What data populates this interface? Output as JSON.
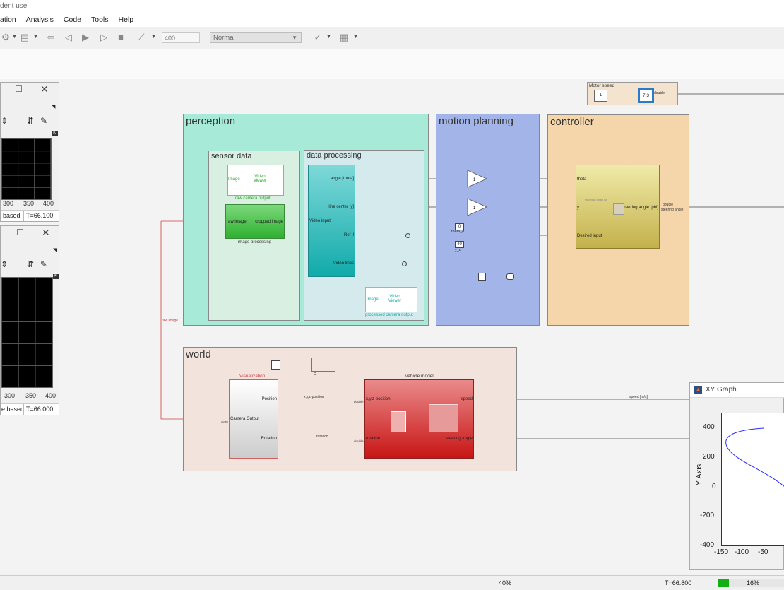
{
  "window_title": "dent use",
  "menu": [
    "ation",
    "Analysis",
    "Code",
    "Tools",
    "Help"
  ],
  "toolbar": {
    "stop_time": "400",
    "sim_mode": "Normal"
  },
  "colors": {
    "perception": "#a6ead7",
    "motion_planning": "#a3b5e8",
    "controller": "#f5d6aa",
    "world": "#f3e3dd",
    "signal_red": "#d04040"
  },
  "areas": {
    "perception": "perception",
    "sensor_data": "sensor data",
    "data_processing": "data processing",
    "motion_planning": "motion planning",
    "controller": "controller",
    "world": "world"
  },
  "blocks": {
    "motor_speed": {
      "title": "Motor speed",
      "const": "1",
      "display": "7.3",
      "out": "double"
    },
    "raw_viewer": {
      "port": "Image",
      "name": "Video Viewer",
      "caption": "raw camera output"
    },
    "image_processing": {
      "in": "raw image",
      "out": "cropped image",
      "caption": "image processing"
    },
    "data_processing": {
      "in": "Video input",
      "angle": "angle [theta]",
      "line": "line center [y]",
      "ref": "Ref_l",
      "lines": "Video lines"
    },
    "proc_viewer": {
      "port": "Image",
      "name": "Video Viewer",
      "caption": "processed camera output"
    },
    "gain1": "1",
    "gain2": "1",
    "theta_d": {
      "value": "0",
      "label": "theta_d"
    },
    "y_d": {
      "value": "40",
      "label": "y_d"
    },
    "controller_block": {
      "theta": "theta",
      "y": "y",
      "desired": "Desired input",
      "steer": "Steering angle [phi]",
      "out_type": "double",
      "out_label": "steering angle",
      "inner": "stateflow chart [sf]"
    },
    "visualization": {
      "title": "Visualization",
      "position": "Position",
      "rotation": "Rotation",
      "camera": "Camera Output",
      "in_label": "uint8"
    },
    "vehicle_model": {
      "title": "vehicle model",
      "in_pos": "x,y,z-position",
      "in_rot": "rotation",
      "speed": "speed",
      "steer": "steering angle",
      "double1": "double",
      "double2": "double"
    },
    "signal_labels": {
      "raw_image": "raw image",
      "xyz": "x,y,z-position",
      "rotation": "rotation",
      "speed": "speed [m/s]",
      "c": "C"
    }
  },
  "scope1": {
    "ticks": [
      "300",
      "350",
      "400"
    ],
    "status_left": "based",
    "time": "T=66.100"
  },
  "scope2": {
    "ticks": [
      "300",
      "350",
      "400"
    ],
    "status_left": "e based",
    "time": "T=66.000"
  },
  "xy_graph": {
    "title": "XY Graph",
    "ylabel": "Y Axis",
    "yticks": [
      "400",
      "200",
      "0",
      "-200",
      "-400"
    ],
    "xticks": [
      "-150",
      "-100",
      "-50"
    ]
  },
  "status": {
    "zoom": "40%",
    "time": "T=66.800",
    "progress_text": "16%",
    "progress_fraction": 0.16
  }
}
